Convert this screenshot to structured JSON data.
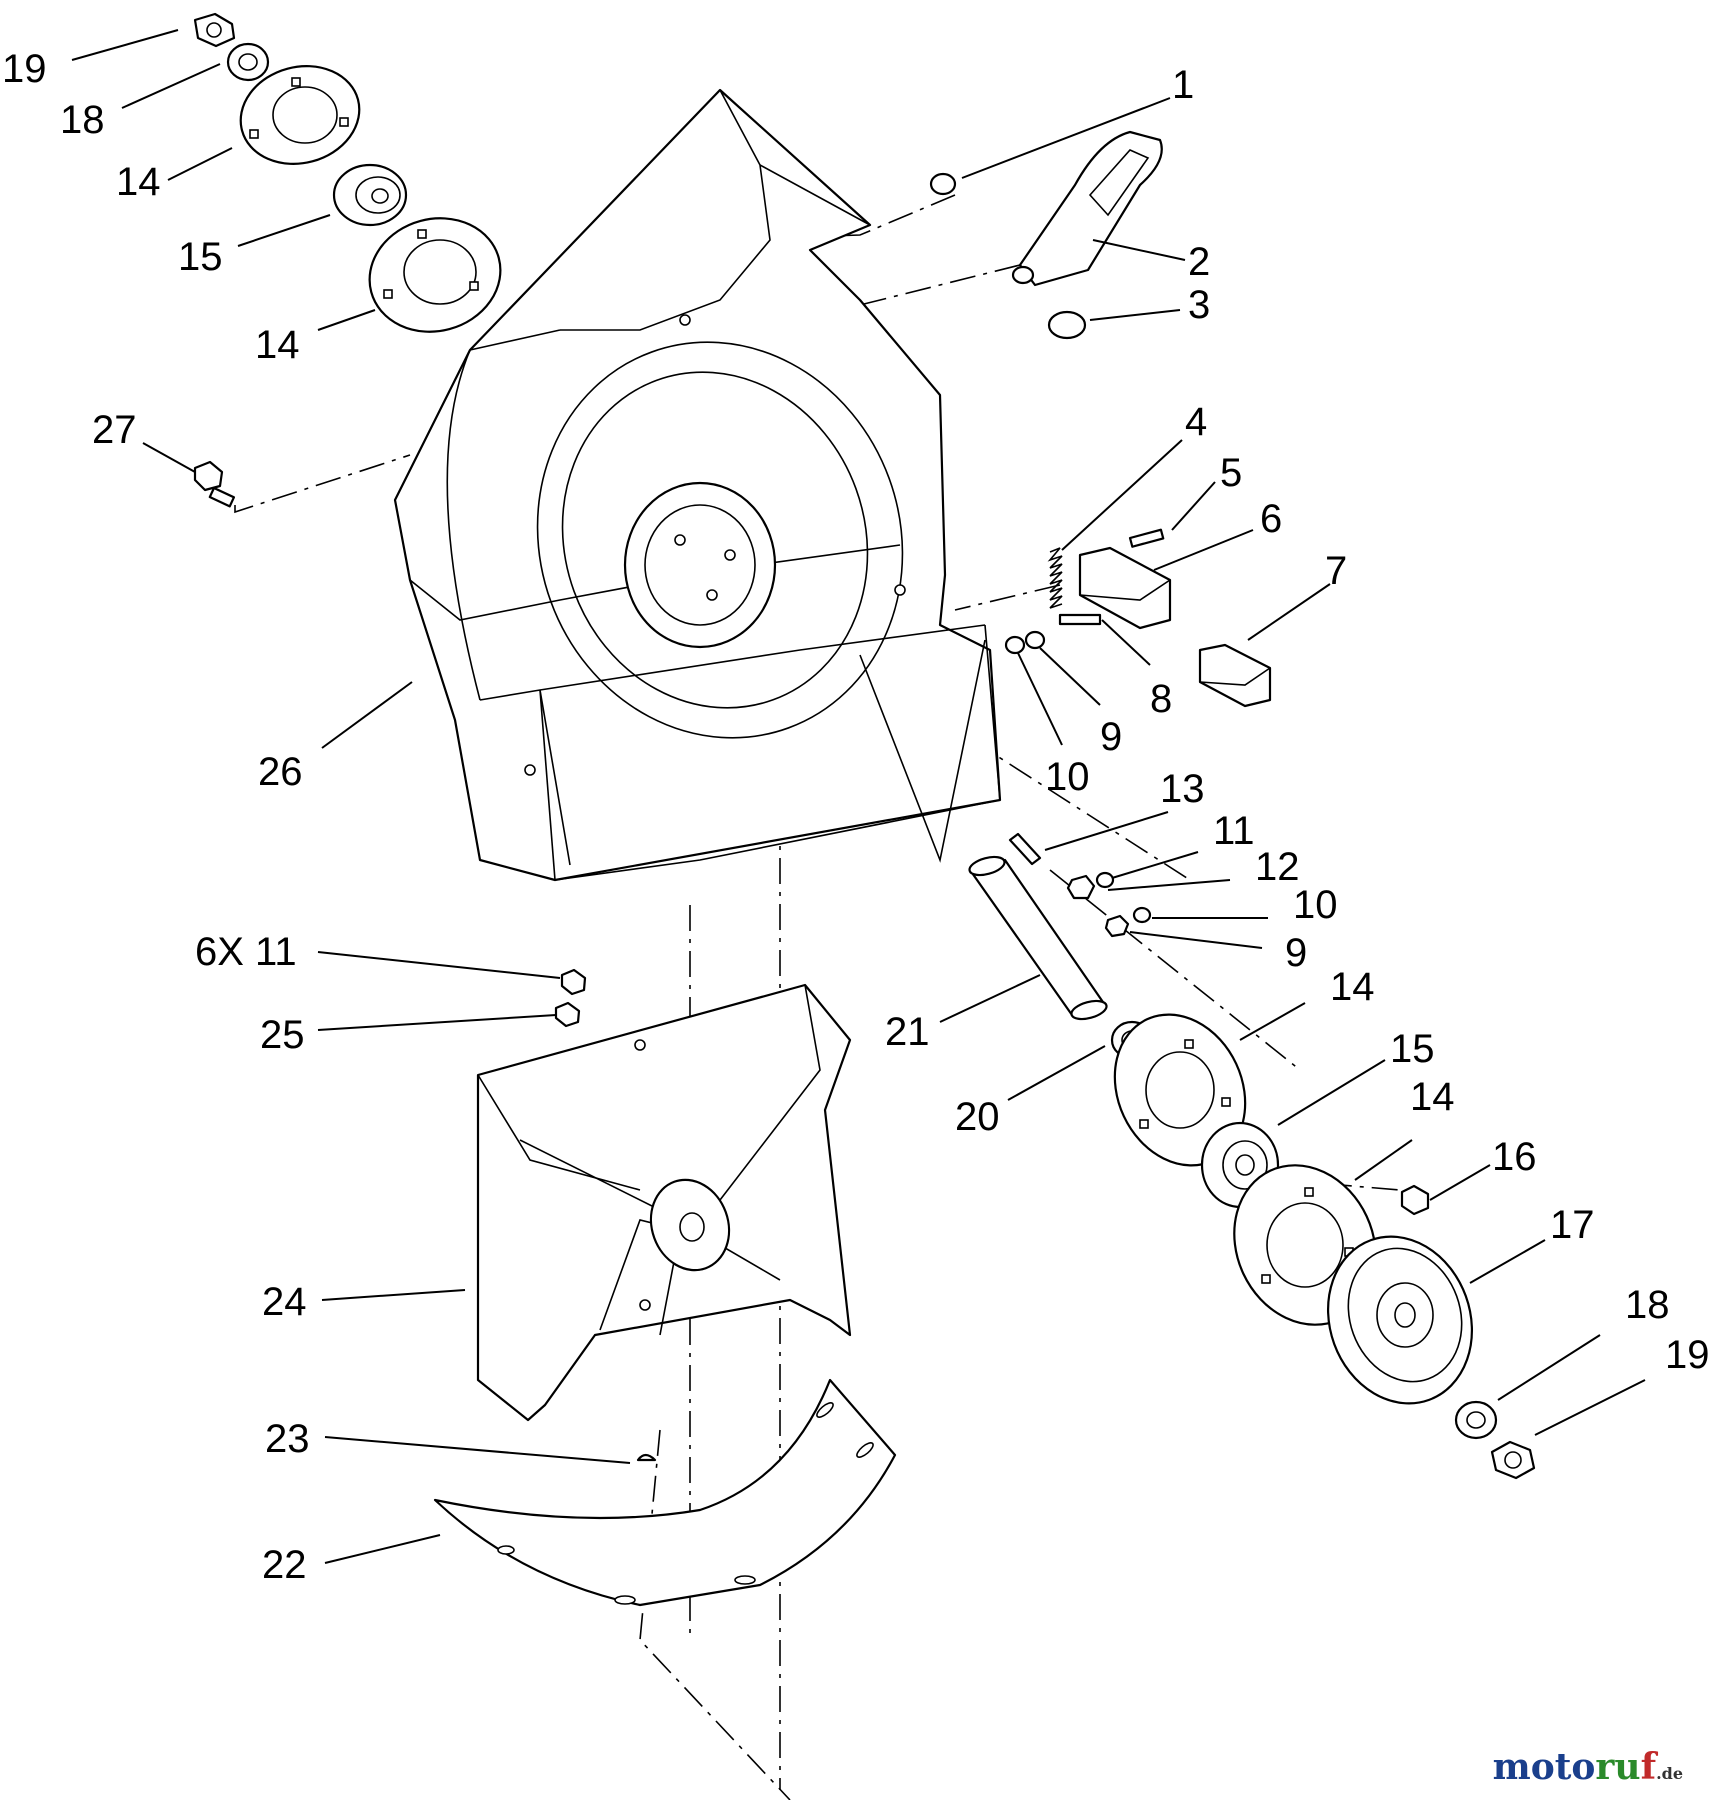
{
  "watermark": {
    "part1": "moto",
    "part2": "ru",
    "part3": "f",
    "suffix": ".de"
  },
  "callouts": [
    {
      "id": "c19a",
      "text": "19"
    },
    {
      "id": "c18a",
      "text": "18"
    },
    {
      "id": "c14a",
      "text": "14"
    },
    {
      "id": "c15a",
      "text": "15"
    },
    {
      "id": "c14b",
      "text": "14"
    },
    {
      "id": "c1",
      "text": "1"
    },
    {
      "id": "c2",
      "text": "2"
    },
    {
      "id": "c3",
      "text": "3"
    },
    {
      "id": "c27",
      "text": "27"
    },
    {
      "id": "c4",
      "text": "4"
    },
    {
      "id": "c5",
      "text": "5"
    },
    {
      "id": "c6",
      "text": "6"
    },
    {
      "id": "c7",
      "text": "7"
    },
    {
      "id": "c8",
      "text": "8"
    },
    {
      "id": "c9a",
      "text": "9"
    },
    {
      "id": "c10a",
      "text": "10"
    },
    {
      "id": "c26",
      "text": "26"
    },
    {
      "id": "c13",
      "text": "13"
    },
    {
      "id": "c11",
      "text": "11"
    },
    {
      "id": "c12",
      "text": "12"
    },
    {
      "id": "c10b",
      "text": "10"
    },
    {
      "id": "c9b",
      "text": "9"
    },
    {
      "id": "c6x11",
      "text": "6X 11"
    },
    {
      "id": "c25",
      "text": "25"
    },
    {
      "id": "c21",
      "text": "21"
    },
    {
      "id": "c14c",
      "text": "14"
    },
    {
      "id": "c15b",
      "text": "15"
    },
    {
      "id": "c20",
      "text": "20"
    },
    {
      "id": "c14d",
      "text": "14"
    },
    {
      "id": "c16",
      "text": "16"
    },
    {
      "id": "c17",
      "text": "17"
    },
    {
      "id": "c24",
      "text": "24"
    },
    {
      "id": "c18b",
      "text": "18"
    },
    {
      "id": "c19b",
      "text": "19"
    },
    {
      "id": "c23",
      "text": "23"
    },
    {
      "id": "c22",
      "text": "22"
    }
  ]
}
